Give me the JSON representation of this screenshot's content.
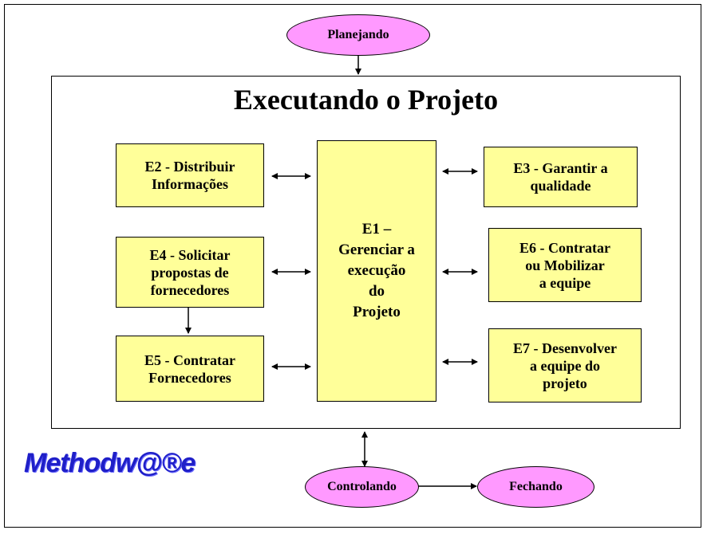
{
  "diagram": {
    "title": "Executando o Projeto",
    "nodes": {
      "planejando": "Planejando",
      "controlando": "Controlando",
      "fechando": "Fechando",
      "e1": "E1 –\nGerenciar a\nexecução\ndo\nProjeto",
      "e2": "E2 - Distribuir\nInformações",
      "e3": "E3 - Garantir a\nqualidade",
      "e4": "E4 - Solicitar\npropostas de\nfornecedores",
      "e5": "E5 - Contratar\nFornecedores",
      "e6": "E6 - Contratar\nou Mobilizar\na equipe",
      "e7": "E7 - Desenvolver\na equipe do\nprojeto"
    },
    "edges": [
      {
        "from": "Planejando",
        "to": "Executando o Projeto",
        "type": "one-way"
      },
      {
        "from": "E2",
        "to": "E1",
        "type": "two-way"
      },
      {
        "from": "E4",
        "to": "E1",
        "type": "two-way"
      },
      {
        "from": "E5",
        "to": "E1",
        "type": "two-way"
      },
      {
        "from": "E1",
        "to": "E3",
        "type": "two-way"
      },
      {
        "from": "E1",
        "to": "E6",
        "type": "two-way"
      },
      {
        "from": "E1",
        "to": "E7",
        "type": "two-way"
      },
      {
        "from": "E4",
        "to": "E5",
        "type": "one-way"
      },
      {
        "from": "Executando o Projeto",
        "to": "Controlando",
        "type": "two-way"
      },
      {
        "from": "Controlando",
        "to": "Fechando",
        "type": "one-way"
      }
    ],
    "colors": {
      "process_fill": "#ffff99",
      "phase_fill": "#ff99ff",
      "logo": "#1f1fc8"
    }
  },
  "logo": "Methodw@®e"
}
